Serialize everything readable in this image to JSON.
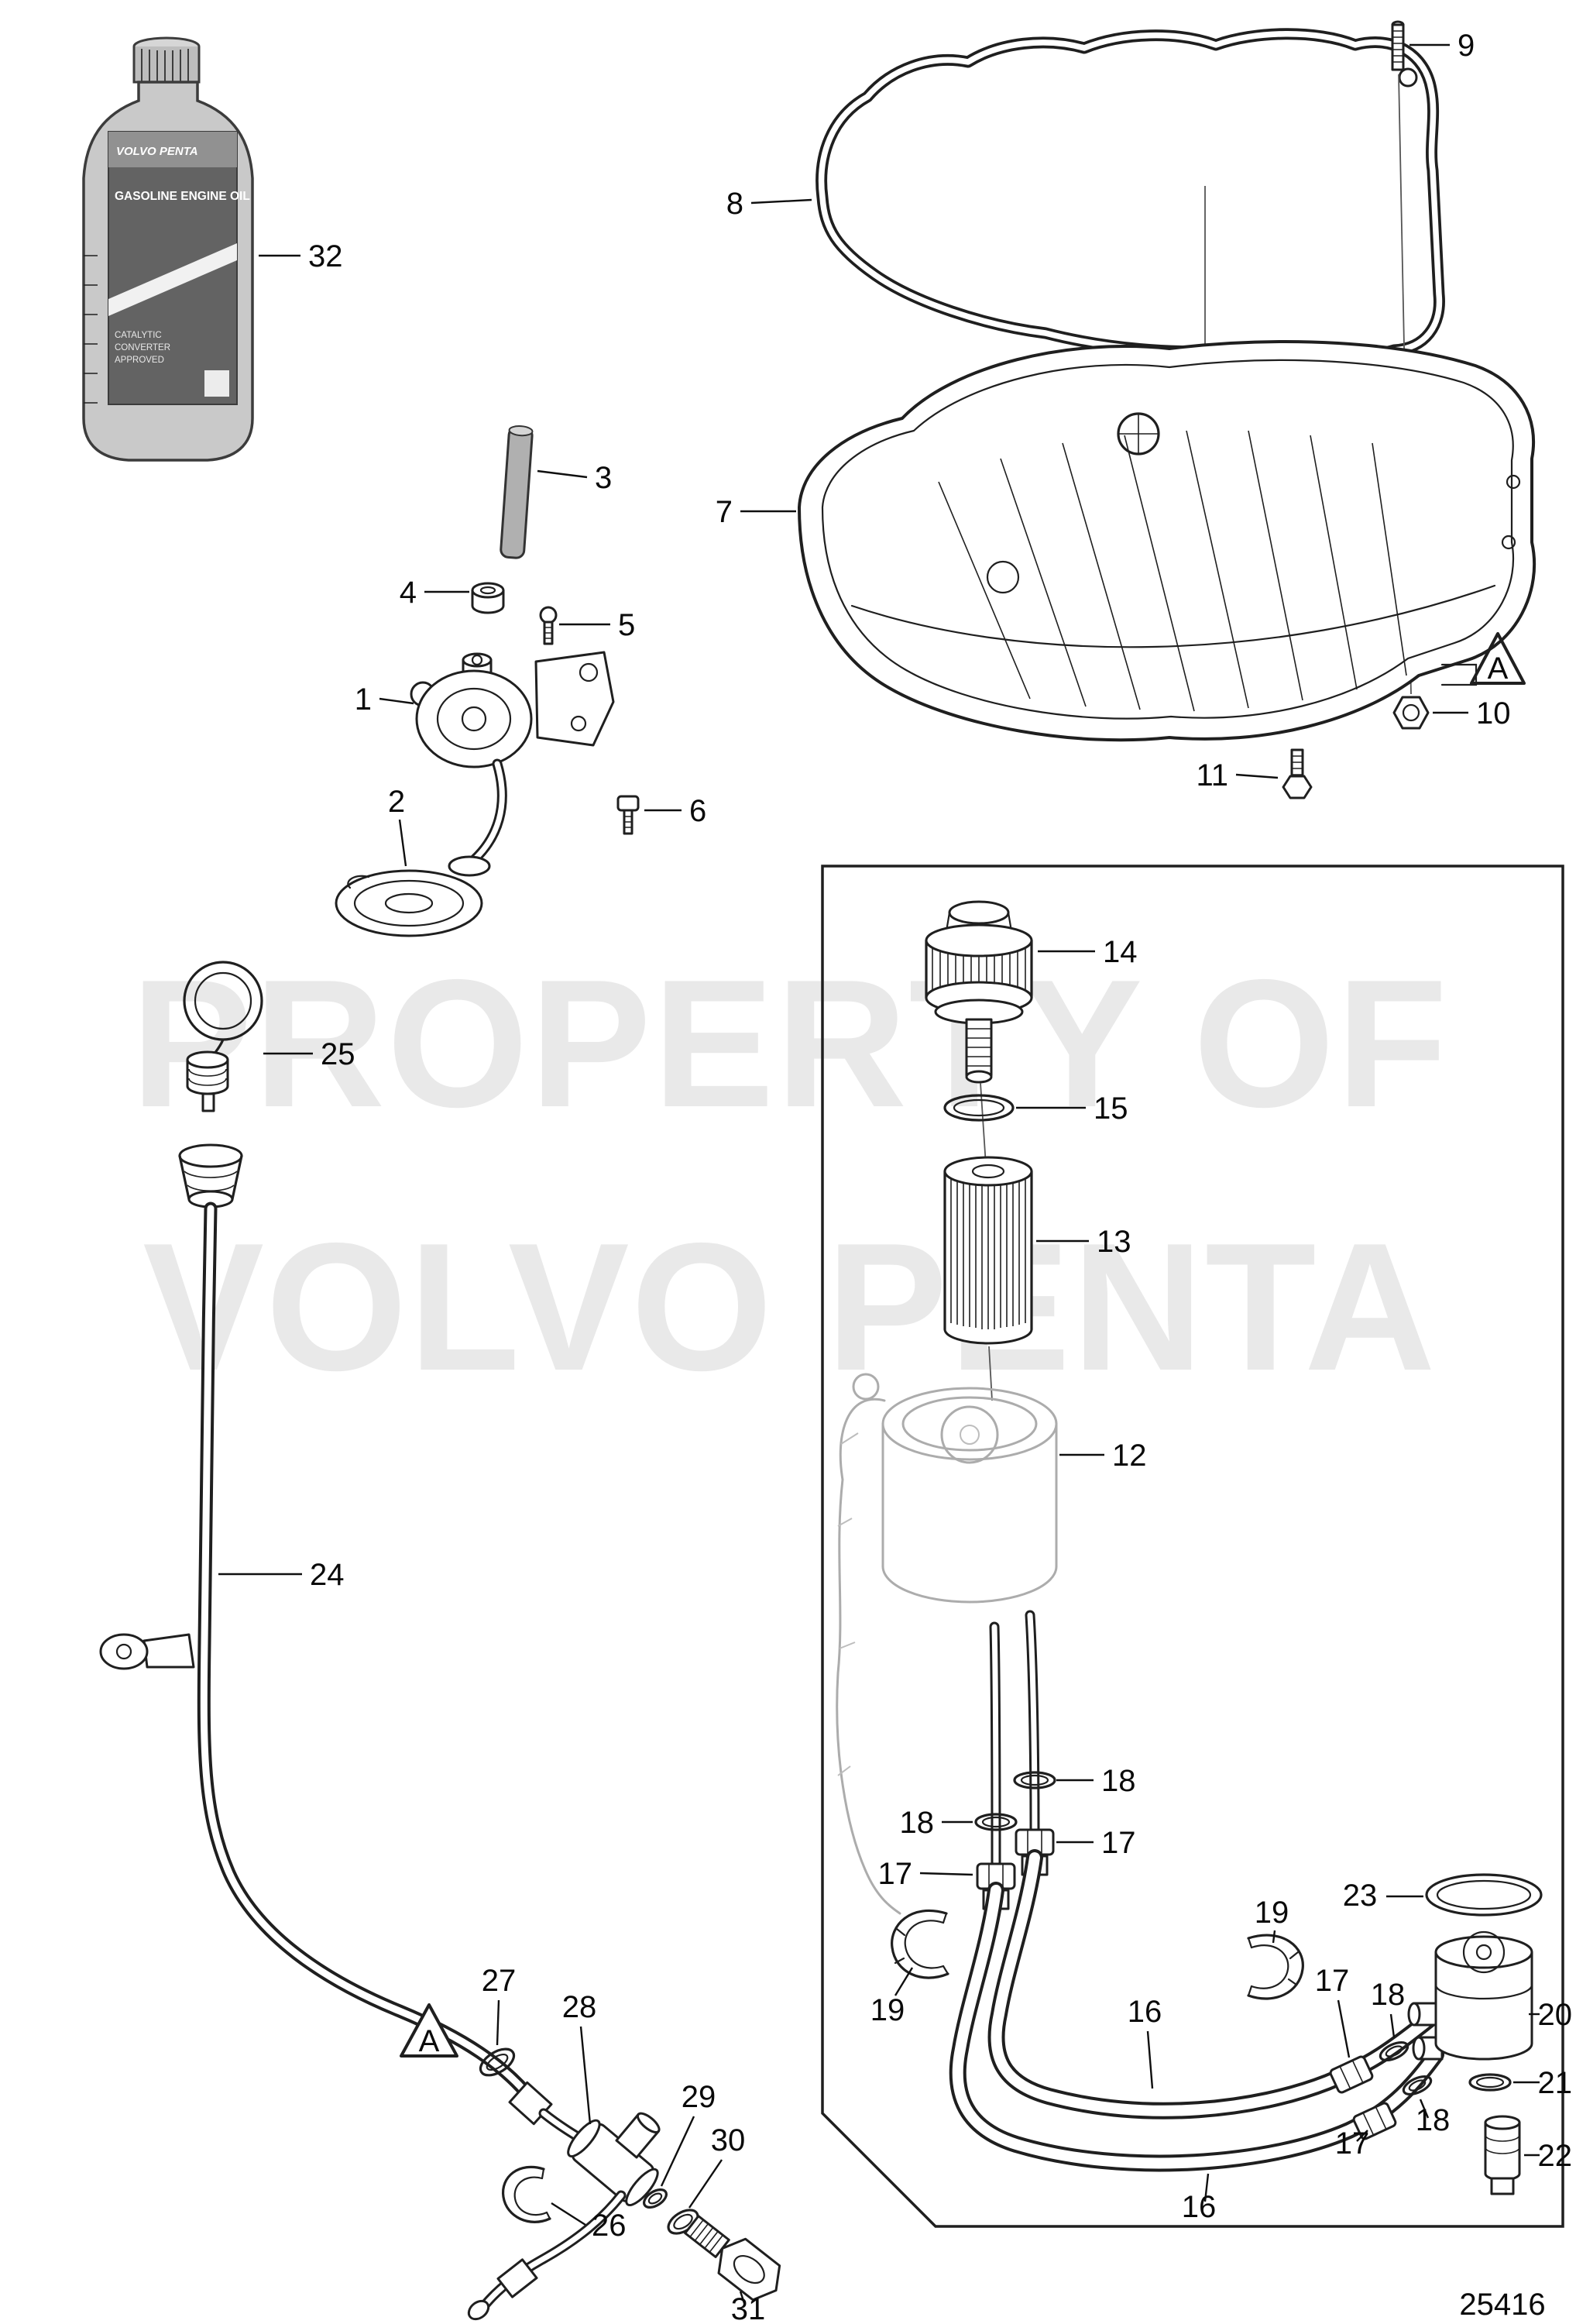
{
  "diagram": {
    "part_number": "25416",
    "watermark": {
      "line1": "PROPERTY OF",
      "line2": "VOLVO PENTA"
    },
    "view_marker": "A"
  },
  "bottle": {
    "brand": "VOLVO PENTA",
    "title": "GASOLINE ENGINE OIL",
    "approval_line1": "CATALYTIC",
    "approval_line2": "CONVERTER",
    "approval_line3": "APPROVED"
  },
  "callouts": {
    "1": "1",
    "2": "2",
    "3": "3",
    "4": "4",
    "5": "5",
    "6": "6",
    "7": "7",
    "8": "8",
    "9": "9",
    "10": "10",
    "11": "11",
    "12": "12",
    "13": "13",
    "14": "14",
    "15": "15",
    "16": "16",
    "17": "17",
    "18": "18",
    "19": "19",
    "20": "20",
    "21": "21",
    "22": "22",
    "23": "23",
    "24": "24",
    "25": "25",
    "26": "26",
    "27": "27",
    "28": "28",
    "29": "29",
    "30": "30",
    "31": "31",
    "32": "32"
  }
}
